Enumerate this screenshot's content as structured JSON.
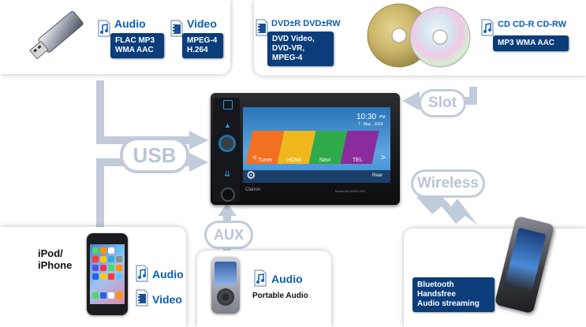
{
  "usb_media": {
    "audio": {
      "title": "Audio",
      "formats": [
        "FLAC MP3",
        "WMA AAC"
      ]
    },
    "video": {
      "title": "Video",
      "formats": [
        "MPEG-4",
        "H.264"
      ]
    }
  },
  "disc_media": {
    "dvd": {
      "title": "DVD±R DVD±RW",
      "formats": [
        "DVD Video,",
        "DVD-VR,",
        "MPEG-4"
      ]
    },
    "cd": {
      "title": "CD CD-R CD-RW",
      "formats": [
        "MP3 WMA AAC"
      ]
    }
  },
  "connections": {
    "slot": "Slot",
    "usb": "USB",
    "aux": "AUX",
    "wireless": "Wireless"
  },
  "iphone": {
    "title_line1": "iPod/",
    "title_line2": "iPhone",
    "audio": "Audio",
    "video": "Video"
  },
  "portable": {
    "audio_label": "Audio",
    "caption": "Portable Audio"
  },
  "phone": {
    "features": [
      "Bluetooth",
      "Handsfree",
      "Audio streaming"
    ]
  },
  "head_unit": {
    "brand": "Clarion",
    "time": "10:30",
    "ampm": "PM",
    "date": "7 . May . 2014",
    "tiles": [
      "Tuner",
      "HDMI",
      "Navi",
      "TEL"
    ],
    "rear": "Rear",
    "bottom_text": "Bluetooth  HDMI  DISC"
  },
  "colors": {
    "accent": "#0b5fb0",
    "box_bg": "#0a3d7a",
    "arrow": "#b9c4d6",
    "tile_tuner": "#f36f21",
    "tile_hdmi": "#f0b81c",
    "tile_navi": "#2eaa4a",
    "tile_tel": "#8a2c9c"
  }
}
